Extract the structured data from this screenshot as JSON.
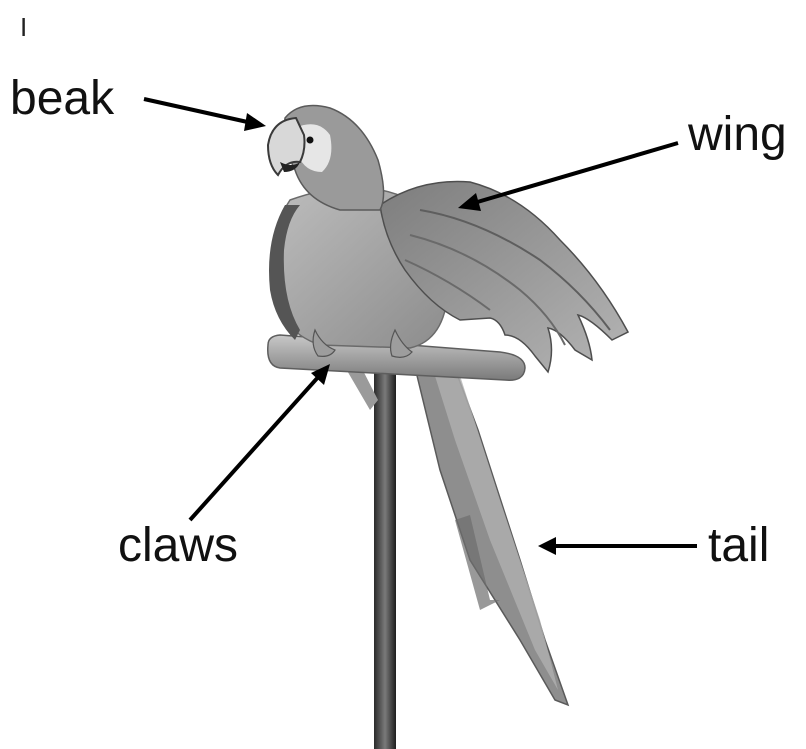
{
  "corner_mark": "I",
  "labels": {
    "beak": "beak",
    "wing": "wing",
    "claws": "claws",
    "tail": "tail"
  },
  "colors": {
    "background": "#ffffff",
    "text": "#111111",
    "arrow": "#000000"
  }
}
